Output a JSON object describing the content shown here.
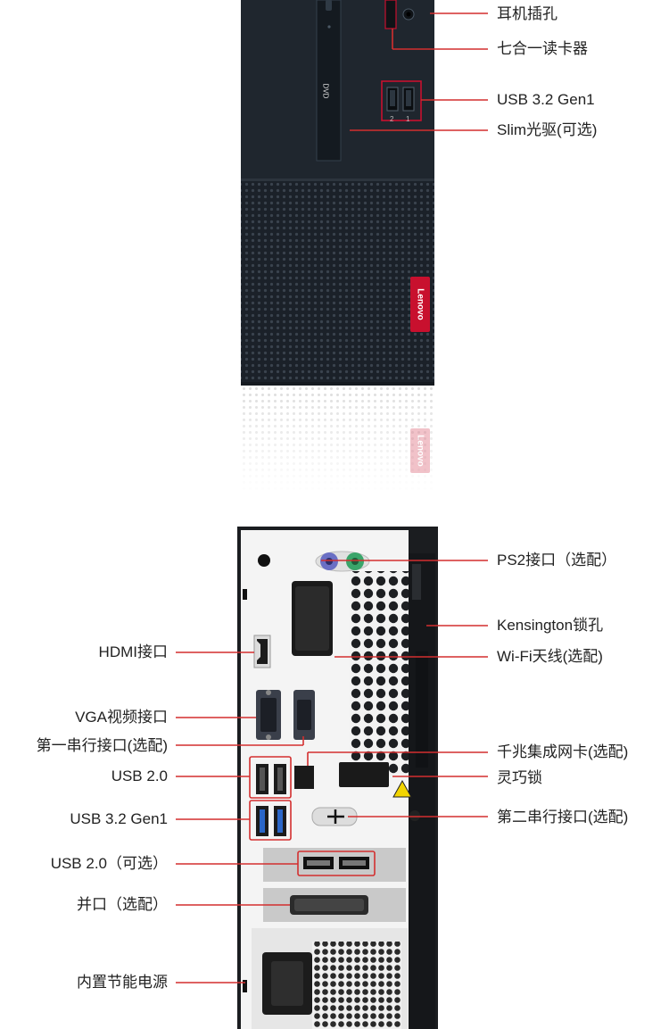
{
  "brand": {
    "logo_text": "Lenovo",
    "accent_color": "#c8102e",
    "line_color": "#d32f2f"
  },
  "front_panel": {
    "labels": [
      {
        "id": "headphone",
        "text": "耳机插孔"
      },
      {
        "id": "card-reader",
        "text": "七合一读卡器"
      },
      {
        "id": "usb32-front",
        "text": "USB 3.2 Gen1"
      },
      {
        "id": "slim-drive",
        "text": "Slim光驱(可选)"
      }
    ],
    "drive_marks": {
      "dvd": "DVD",
      "usb_ports": [
        "2",
        "1"
      ]
    }
  },
  "rear_panel": {
    "right_labels": [
      {
        "id": "ps2",
        "text": "PS2接口（选配）"
      },
      {
        "id": "kensington",
        "text": "Kensington锁孔"
      },
      {
        "id": "wifi",
        "text": "Wi-Fi天线(选配)"
      },
      {
        "id": "lan",
        "text": "千兆集成网卡(选配)"
      },
      {
        "id": "lock",
        "text": "灵巧锁"
      },
      {
        "id": "serial2",
        "text": "第二串行接口(选配)"
      }
    ],
    "left_labels": [
      {
        "id": "hdmi",
        "text": "HDMI接口"
      },
      {
        "id": "vga",
        "text": "VGA视频接口"
      },
      {
        "id": "serial1",
        "text": "第一串行接口(选配)"
      },
      {
        "id": "usb20",
        "text": "USB 2.0"
      },
      {
        "id": "usb32-rear",
        "text": "USB 3.2 Gen1"
      },
      {
        "id": "usb20-opt",
        "text": "USB 2.0（可选）"
      },
      {
        "id": "parallel",
        "text": "并口（选配）"
      },
      {
        "id": "psu",
        "text": "内置节能电源"
      }
    ]
  }
}
